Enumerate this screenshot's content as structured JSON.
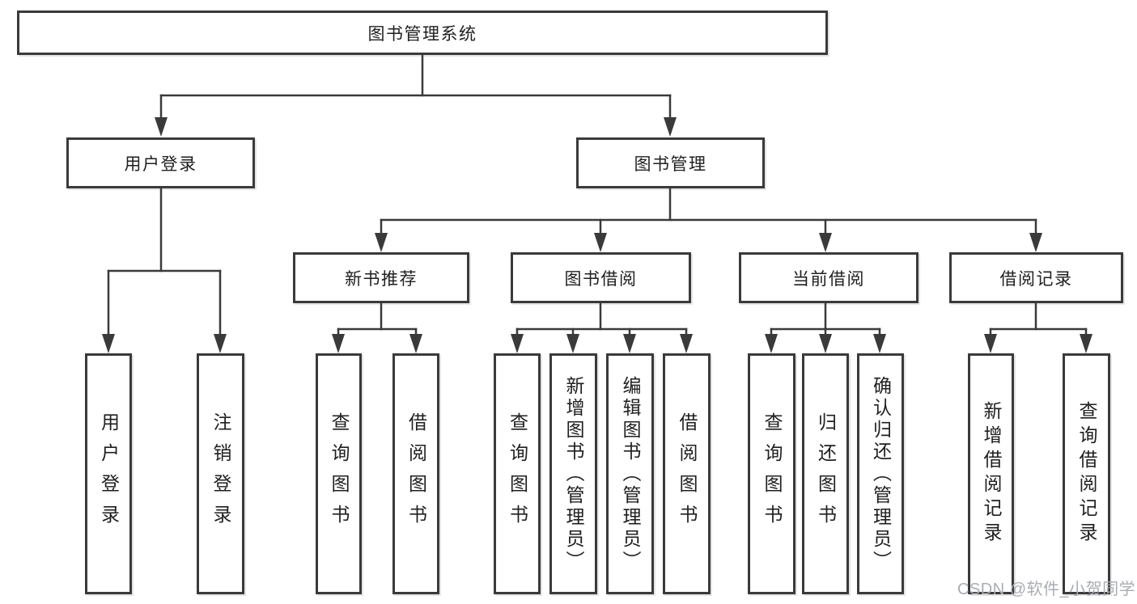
{
  "tree": {
    "root": "图书管理系统",
    "branches": [
      {
        "label": "用户登录",
        "children": [
          "用户登录",
          "注销登录"
        ]
      },
      {
        "label": "图书管理",
        "children": [
          {
            "label": "新书推荐",
            "children": [
              "查询图书",
              "借阅图书"
            ]
          },
          {
            "label": "图书借阅",
            "children": [
              "查询图书",
              "新增图书（管理员）",
              "编辑图书（管理员）",
              "借阅图书"
            ]
          },
          {
            "label": "当前借阅",
            "children": [
              "查询图书",
              "归还图书",
              "确认归还（管理员）"
            ]
          },
          {
            "label": "借阅记录",
            "children": [
              "新增借阅记录",
              "查询借阅记录"
            ]
          }
        ]
      }
    ]
  },
  "watermark": {
    "text": "CSDN @软件_小贺同学"
  },
  "colors": {
    "line": "#3a3a3a",
    "text": "#1f1f1f",
    "watermark": "#a9adb3",
    "background": "#ffffff"
  }
}
